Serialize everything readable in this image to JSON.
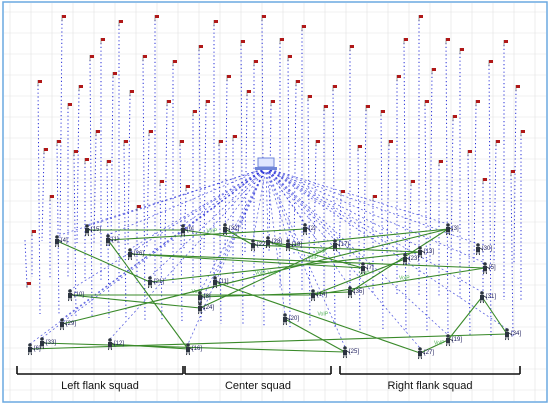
{
  "squads": {
    "left": "Left flank squad",
    "center": "Center squad",
    "right": "Right flank squad"
  },
  "link_label": "VoIP",
  "soldier_labels": [
    "[1]",
    "[2]",
    "[3]",
    "[4]",
    "[5]",
    "[6]",
    "[7]",
    "[8]",
    "[9]",
    "[10]",
    "[11]",
    "[12]",
    "[13]",
    "[14]",
    "[15]",
    "[16]",
    "[17]",
    "[18]",
    "[19]",
    "[20]",
    "[21]",
    "[22]",
    "[23]",
    "[24]",
    "[25]",
    "[26]",
    "[27]",
    "[28]",
    "[29]",
    "[30]",
    "[31]",
    "[32]",
    "[33]",
    "[34]",
    "[35]"
  ],
  "colors": {
    "frame": "#6aa8e0",
    "grid": "#e2e2e2",
    "tracks": "#2a32d8",
    "links": "#3a8a2a",
    "flag": "#b01818",
    "soldier": "#2c3440",
    "base_station": "#6f86d8",
    "bracket": "#111111"
  },
  "icons": {
    "soldier": "soldier-icon",
    "waypoint": "flag-icon",
    "base": "base-station-icon"
  }
}
